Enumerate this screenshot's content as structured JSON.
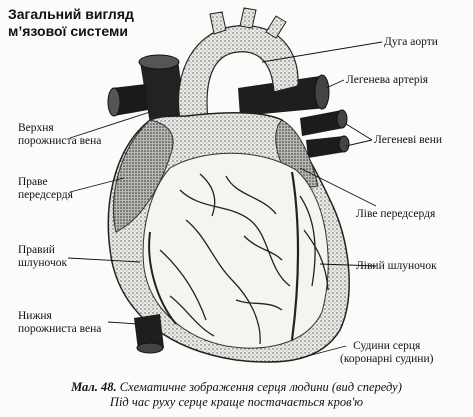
{
  "title": {
    "line1": "Загальний вигляд",
    "line2": "м’язової системи"
  },
  "labels": {
    "aorta_arch": "Дуга аорти",
    "pulmonary_artery": "Легенева артерія",
    "pulmonary_veins": "Легеневі вени",
    "superior_vena_cava": [
      "Верхня",
      "порожниста вена"
    ],
    "right_atrium": [
      "Праве",
      "передсердя"
    ],
    "left_atrium": "Ліве передсердя",
    "right_ventricle": [
      "Правий",
      "шлуночок"
    ],
    "left_ventricle": "Лівий шлуночок",
    "inferior_vena_cava": [
      "Нижня",
      "порожниста вена"
    ],
    "coronary_vessels": [
      "Судини серця",
      "(коронарні судини)"
    ]
  },
  "caption": {
    "number": "Мал. 48.",
    "line1_text": "Схематичне зображення серця людини (вид спереду)",
    "line2": "Під час руху серце краще постачається кров'ю"
  },
  "colors": {
    "ink": "#111111",
    "paper": "#fbfbf9",
    "shade": "#7a7a7a"
  }
}
